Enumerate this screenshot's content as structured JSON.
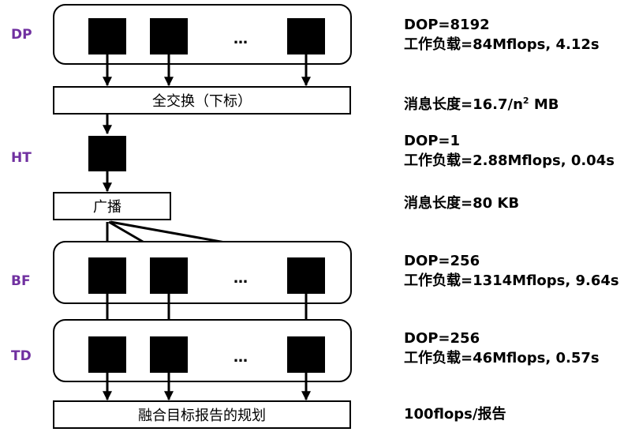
{
  "stages": {
    "dp": "DP",
    "ht": "HT",
    "bf": "BF",
    "td": "TD"
  },
  "boxes": {
    "all_to_all": "全交换（下标）",
    "broadcast": "广播",
    "fusion": "融合目标报告的规划"
  },
  "ellipsis": "…",
  "info": {
    "dp_dop": "DOP=8192",
    "dp_workload": "工作负载=84Mflops, 4.12s",
    "msg1_prefix": "消息长度=16.7/n",
    "msg1_sup": "2",
    "msg1_suffix": " MB",
    "ht_dop": "DOP=1",
    "ht_workload": "工作负载=2.88Mflops, 0.04s",
    "msg2": "消息长度=80 KB",
    "bf_dop": "DOP=256",
    "bf_workload": "工作负载=1314Mflops, 9.64s",
    "td_dop": "DOP=256",
    "td_workload": "工作负载=46Mflops, 0.57s",
    "report": "100flops/报告"
  }
}
